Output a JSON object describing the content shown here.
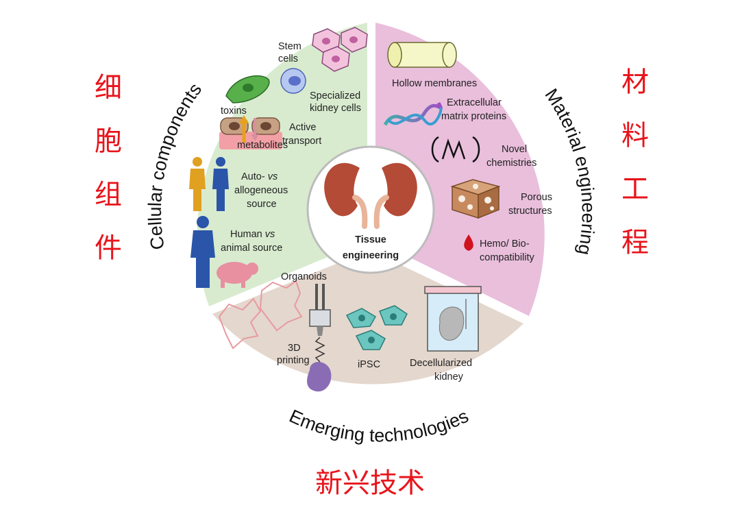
{
  "side_labels": {
    "left": [
      "细",
      "胞",
      "组",
      "件"
    ],
    "right": [
      "材",
      "料",
      "工",
      "程"
    ],
    "bottom": "新兴技术"
  },
  "center": {
    "line1": "Tissue",
    "line2": "engineering"
  },
  "sections": {
    "cellular": {
      "title": "Cellular components",
      "color": "#d8ebcf",
      "items": {
        "stem_line1": "Stem",
        "stem_line2": "cells",
        "kidney_line1": "Specialized",
        "kidney_line2": "kidney cells",
        "transport_line1": "Active",
        "transport_line2": "transport",
        "toxins": "toxins",
        "metabolites": "metabolites",
        "auto_line1a": "Auto- ",
        "auto_line1b": "vs",
        "auto_line2": "allogeneous",
        "auto_line3": "source",
        "human_line1a": "Human ",
        "human_line1b": "vs",
        "human_line2": "animal source"
      }
    },
    "material": {
      "title": "Material engineering",
      "color": "#e9bfdc",
      "items": {
        "hollow": "Hollow membranes",
        "ecm_line1": "Extracellular",
        "ecm_line2": "matrix proteins",
        "novel_line1": "Novel",
        "novel_line2": "chemistries",
        "porous_line1": "Porous",
        "porous_line2": "structures",
        "hemo_line1": "Hemo/ Bio-",
        "hemo_line2": "compatibility"
      }
    },
    "emerging": {
      "title": "Emerging technologies",
      "color": "#e4d7cd",
      "items": {
        "organoids": "Organoids",
        "print_line1": "3D",
        "print_line2": "printing",
        "ipsc": "iPSC",
        "decell_line1": "Decellularized",
        "decell_line2": "kidney"
      }
    }
  }
}
